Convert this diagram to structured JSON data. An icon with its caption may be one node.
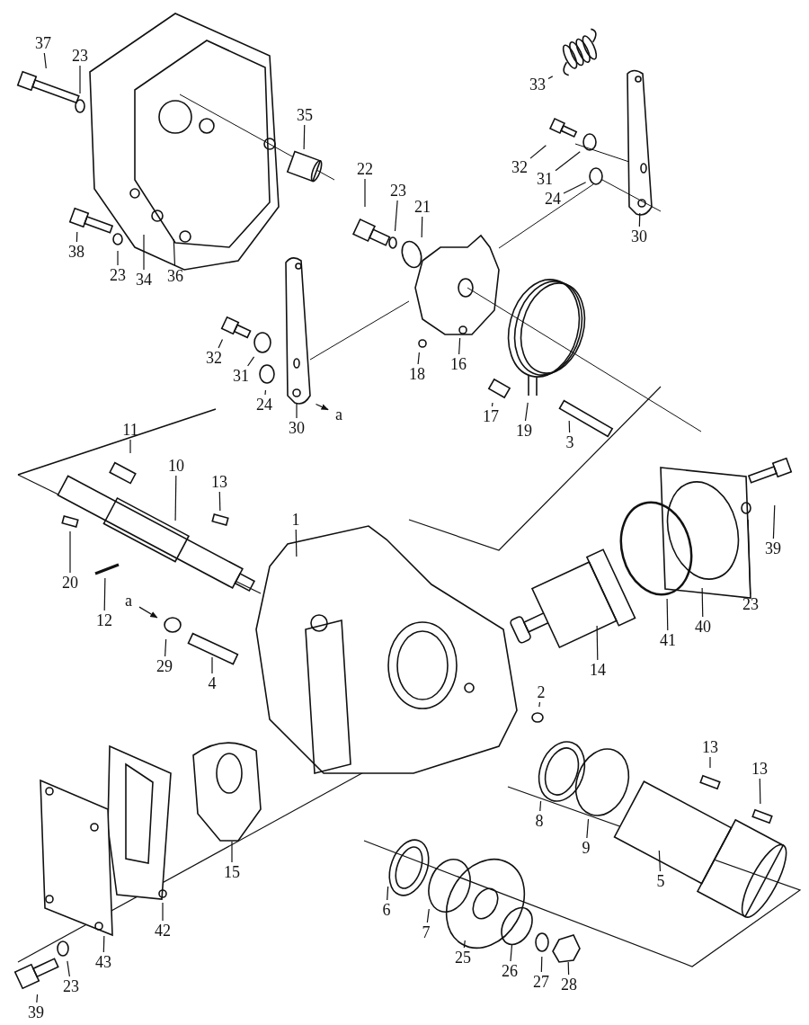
{
  "diagram": {
    "nodes": [
      {
        "text": [
          "37"
        ]
      },
      {
        "text": [
          "23"
        ]
      },
      {
        "text": [
          "35"
        ]
      },
      {
        "text": [
          "22"
        ]
      },
      {
        "text": [
          "23"
        ]
      },
      {
        "text": [
          "21"
        ]
      },
      {
        "text": [
          "33"
        ]
      },
      {
        "text": [
          "32"
        ]
      },
      {
        "text": [
          "31"
        ]
      },
      {
        "text": [
          "24"
        ]
      },
      {
        "text": [
          "30"
        ]
      },
      {
        "text": [
          "38"
        ]
      },
      {
        "text": [
          "23"
        ]
      },
      {
        "text": [
          "34"
        ]
      },
      {
        "text": [
          "36"
        ]
      },
      {
        "text": [
          "32"
        ]
      },
      {
        "text": [
          "31"
        ]
      },
      {
        "text": [
          "24"
        ]
      },
      {
        "text": [
          "30"
        ]
      },
      {
        "text": [
          "a"
        ]
      },
      {
        "text": [
          "18"
        ]
      },
      {
        "text": [
          "16"
        ]
      },
      {
        "text": [
          "17"
        ]
      },
      {
        "text": [
          "19"
        ]
      },
      {
        "text": [
          "3"
        ]
      },
      {
        "text": [
          "11"
        ]
      },
      {
        "text": [
          "10"
        ]
      },
      {
        "text": [
          "13"
        ]
      },
      {
        "text": [
          "20"
        ]
      },
      {
        "text": [
          "12"
        ]
      },
      {
        "text": [
          "a"
        ]
      },
      {
        "text": [
          "29"
        ]
      },
      {
        "text": [
          "4"
        ]
      },
      {
        "text": [
          "1"
        ]
      },
      {
        "text": [
          "2"
        ]
      },
      {
        "text": [
          "8"
        ]
      },
      {
        "text": [
          "9"
        ]
      },
      {
        "text": [
          "14"
        ]
      },
      {
        "text": [
          "41"
        ]
      },
      {
        "text": [
          "40"
        ]
      },
      {
        "text": [
          "23"
        ]
      },
      {
        "text": [
          "39"
        ]
      },
      {
        "text": [
          "13"
        ]
      },
      {
        "text": [
          "13"
        ]
      },
      {
        "text": [
          "5"
        ]
      },
      {
        "text": [
          "15"
        ]
      },
      {
        "text": [
          "6"
        ]
      },
      {
        "text": [
          "7"
        ]
      },
      {
        "text": [
          "25"
        ]
      },
      {
        "text": [
          "26"
        ]
      },
      {
        "text": [
          "27"
        ]
      },
      {
        "text": [
          "28"
        ]
      },
      {
        "text": [
          "42"
        ]
      },
      {
        "text": [
          "43"
        ]
      },
      {
        "text": [
          "23"
        ]
      },
      {
        "text": [
          "39"
        ]
      }
    ],
    "edges": [
      {
        "from": 0,
        "to": null,
        "arrow": "none"
      },
      {
        "from": 1,
        "to": null,
        "arrow": "none"
      },
      {
        "from": 2,
        "to": null,
        "arrow": "none"
      },
      {
        "from": 3,
        "to": null,
        "arrow": "none"
      },
      {
        "from": 4,
        "to": null,
        "arrow": "none"
      },
      {
        "from": 5,
        "to": null,
        "arrow": "none"
      },
      {
        "from": 6,
        "to": null,
        "arrow": "none"
      },
      {
        "from": 7,
        "to": null,
        "arrow": "none"
      },
      {
        "from": 8,
        "to": null,
        "arrow": "none"
      },
      {
        "from": 9,
        "to": null,
        "arrow": "none"
      },
      {
        "from": 10,
        "to": null,
        "arrow": "none"
      },
      {
        "from": 11,
        "to": null,
        "arrow": "none"
      },
      {
        "from": 12,
        "to": null,
        "arrow": "none"
      },
      {
        "from": 13,
        "to": null,
        "arrow": "none"
      },
      {
        "from": 14,
        "to": null,
        "arrow": "none"
      },
      {
        "from": 15,
        "to": null,
        "arrow": "none"
      },
      {
        "from": 16,
        "to": null,
        "arrow": "none"
      },
      {
        "from": 17,
        "to": null,
        "arrow": "none"
      },
      {
        "from": 18,
        "to": null,
        "arrow": "none"
      },
      {
        "from": null,
        "to": 19,
        "arrow": "to"
      },
      {
        "from": 20,
        "to": null,
        "arrow": "none"
      },
      {
        "from": 21,
        "to": null,
        "arrow": "none"
      },
      {
        "from": 22,
        "to": null,
        "arrow": "none"
      },
      {
        "from": 23,
        "to": null,
        "arrow": "none"
      },
      {
        "from": 24,
        "to": null,
        "arrow": "none"
      },
      {
        "from": 25,
        "to": null,
        "arrow": "none"
      },
      {
        "from": 26,
        "to": null,
        "arrow": "none"
      },
      {
        "from": 27,
        "to": null,
        "arrow": "none"
      },
      {
        "from": 28,
        "to": null,
        "arrow": "none"
      },
      {
        "from": 29,
        "to": null,
        "arrow": "none"
      },
      {
        "from": 30,
        "to": null,
        "arrow": "to"
      },
      {
        "from": 31,
        "to": null,
        "arrow": "none"
      },
      {
        "from": 32,
        "to": null,
        "arrow": "none"
      },
      {
        "from": 33,
        "to": null,
        "arrow": "none"
      },
      {
        "from": 34,
        "to": null,
        "arrow": "none"
      },
      {
        "from": 35,
        "to": null,
        "arrow": "none"
      },
      {
        "from": 36,
        "to": null,
        "arrow": "none"
      },
      {
        "from": 37,
        "to": null,
        "arrow": "none"
      },
      {
        "from": 38,
        "to": null,
        "arrow": "none"
      },
      {
        "from": 39,
        "to": null,
        "arrow": "none"
      },
      {
        "from": 40,
        "to": null,
        "arrow": "none"
      },
      {
        "from": 41,
        "to": null,
        "arrow": "none"
      },
      {
        "from": 42,
        "to": null,
        "arrow": "none"
      },
      {
        "from": 43,
        "to": null,
        "arrow": "none"
      },
      {
        "from": 44,
        "to": null,
        "arrow": "none"
      },
      {
        "from": 45,
        "to": null,
        "arrow": "none"
      },
      {
        "from": 46,
        "to": null,
        "arrow": "none"
      },
      {
        "from": 47,
        "to": null,
        "arrow": "none"
      },
      {
        "from": 48,
        "to": null,
        "arrow": "none"
      },
      {
        "from": 49,
        "to": null,
        "arrow": "none"
      },
      {
        "from": 50,
        "to": null,
        "arrow": "none"
      },
      {
        "from": 51,
        "to": null,
        "arrow": "none"
      },
      {
        "from": 52,
        "to": null,
        "arrow": "none"
      },
      {
        "from": 53,
        "to": null,
        "arrow": "none"
      },
      {
        "from": 54,
        "to": null,
        "arrow": "none"
      },
      {
        "from": 55,
        "to": null,
        "arrow": "none"
      }
    ]
  }
}
